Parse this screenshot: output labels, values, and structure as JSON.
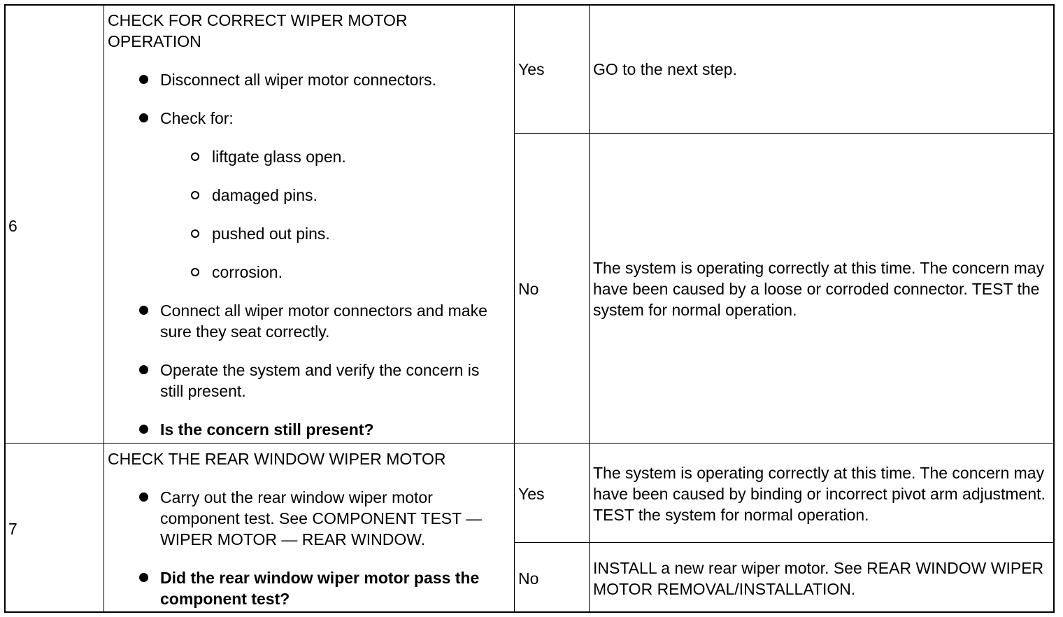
{
  "steps": [
    {
      "number": "6",
      "title": "CHECK FOR CORRECT WIPER MOTOR OPERATION",
      "items": [
        {
          "type": "bullet",
          "text": "Disconnect all wiper motor connectors."
        },
        {
          "type": "bullet",
          "text": "Check for:"
        },
        {
          "type": "sub",
          "text": "liftgate glass open."
        },
        {
          "type": "sub",
          "text": "damaged pins."
        },
        {
          "type": "sub",
          "text": "pushed out pins."
        },
        {
          "type": "sub",
          "text": "corrosion."
        },
        {
          "type": "bullet",
          "text": "Connect all wiper motor connectors and make sure they seat correctly."
        },
        {
          "type": "bullet",
          "text": "Operate the system and verify the concern is still present."
        },
        {
          "type": "bullet-bold",
          "text": "Is the concern still present?"
        }
      ],
      "results": [
        {
          "answer": "Yes",
          "action": "GO to the next step."
        },
        {
          "answer": "No",
          "action": "The system is operating correctly at this time. The concern may have been caused by a loose or corroded connector. TEST the system for normal operation."
        }
      ]
    },
    {
      "number": "7",
      "title": "CHECK THE REAR WINDOW WIPER MOTOR",
      "items": [
        {
          "type": "bullet",
          "text": "Carry out the rear window wiper motor component test. See COMPONENT TEST — WIPER MOTOR — REAR WINDOW."
        },
        {
          "type": "bullet-bold",
          "text": "Did the rear window wiper motor pass the component test?"
        }
      ],
      "results": [
        {
          "answer": "Yes",
          "action": "The system is operating correctly at this time. The concern may have been caused by binding or incorrect pivot arm adjustment. TEST the system for normal operation."
        },
        {
          "answer": "No",
          "action": "INSTALL a new rear wiper motor. See REAR WINDOW WIPER MOTOR REMOVAL/INSTALLATION."
        }
      ]
    }
  ]
}
